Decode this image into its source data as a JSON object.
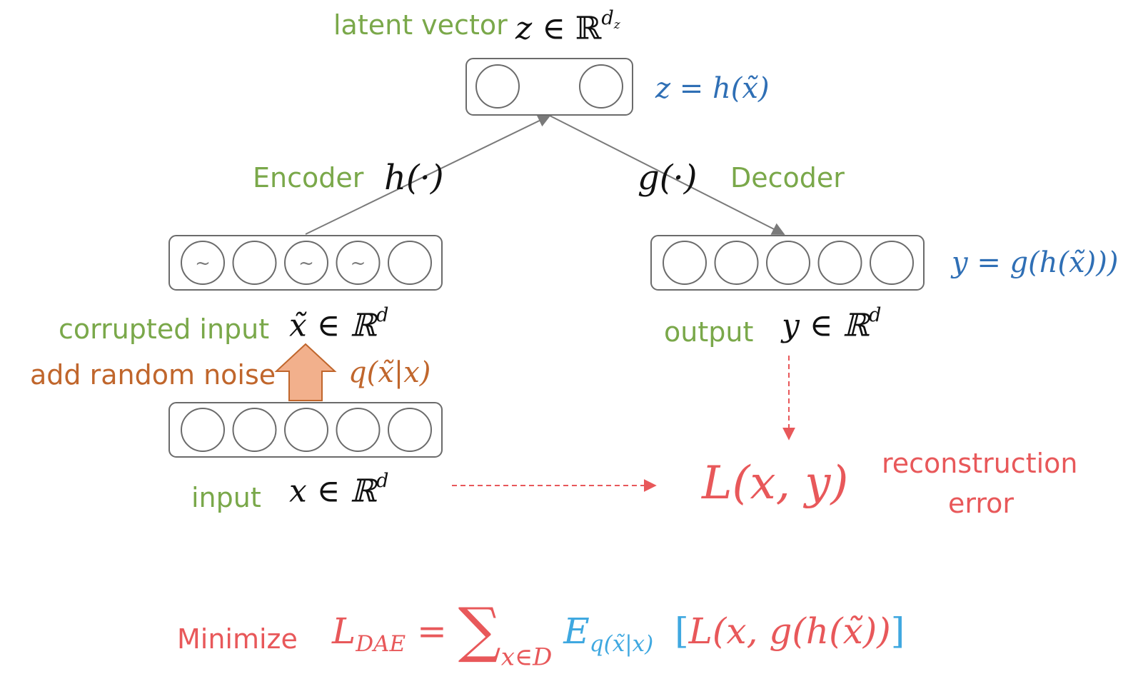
{
  "latent": {
    "label": "latent vector",
    "math_var": "z",
    "math_in": "∈ ℝ",
    "math_sup": "d",
    "math_sup_sub": "z",
    "formula": "z = h(x̃)"
  },
  "encoder": {
    "label": "Encoder",
    "fn": "h(·)"
  },
  "decoder": {
    "label": "Decoder",
    "fn": "g(·)"
  },
  "corrupted": {
    "label": "corrupted input",
    "math": "x̃ ∈ ℝ",
    "sup": "d",
    "noise_glyph": "~"
  },
  "noise": {
    "label": "add random noise",
    "math": "q(x̃|x)"
  },
  "input": {
    "label": "input",
    "math": "x ∈ ℝ",
    "sup": "d"
  },
  "output": {
    "label": "output",
    "math": "y ∈ ℝ",
    "sup": "d",
    "formula": "y = g(h(x̃)))"
  },
  "loss": {
    "math": "L(x, y)",
    "label_line1": "reconstruction",
    "label_line2": "error"
  },
  "objective": {
    "label": "Minimize",
    "lhs": "L",
    "lhs_sub": "DAE",
    "eq": "=",
    "sum": "∑",
    "sum_sub": "x∈D",
    "expect": "E",
    "expect_sub": "q(x̃|x)",
    "bracket_open": "[",
    "body": "L(x, g(h(x̃))",
    "bracket_close": "]"
  },
  "colors": {
    "green": "#7aa84a",
    "blue": "#2f6fb5",
    "orange": "#c0662c",
    "red": "#e8585a",
    "light_blue": "#3fa8e0",
    "arrow_fill": "#f2b08c",
    "box_stroke": "#6b6b6b",
    "edge": "#7a7a7a"
  },
  "layers": {
    "latent_units": 2,
    "corrupted_units": 5,
    "corrupted_noisy_units": [
      0,
      2,
      3
    ],
    "input_units": 5,
    "output_units": 5
  }
}
